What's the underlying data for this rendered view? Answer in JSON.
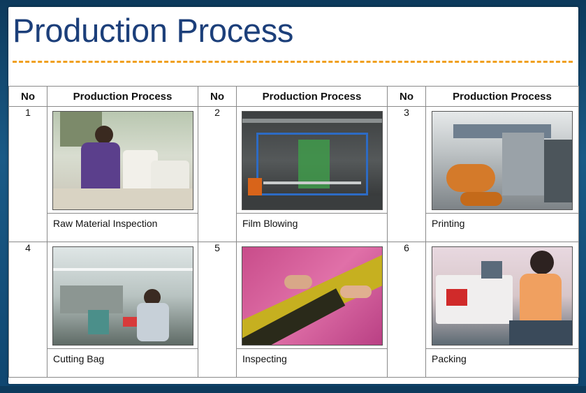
{
  "slide": {
    "title": "Production Process"
  },
  "table": {
    "headers": [
      "No",
      "Production Process",
      "No",
      "Production Process",
      "No",
      "Production Process"
    ],
    "rows": [
      [
        {
          "no": "1",
          "caption": "Raw Material Inspection",
          "photo": "worker-inspecting-sacks"
        },
        {
          "no": "2",
          "caption": "Film Blowing",
          "photo": "film-blowing-machine"
        },
        {
          "no": "3",
          "caption": "Printing",
          "photo": "printing-press"
        }
      ],
      [
        {
          "no": "4",
          "caption": "Cutting Bag",
          "photo": "bag-cutting-line"
        },
        {
          "no": "5",
          "caption": "Inspecting",
          "photo": "inspecting-printed-film"
        },
        {
          "no": "6",
          "caption": "Packing",
          "photo": "worker-packing-bags"
        }
      ]
    ]
  },
  "colors": {
    "title": "#1c3f7a",
    "rule": "#f0a020",
    "background": "#0d3a5c"
  }
}
